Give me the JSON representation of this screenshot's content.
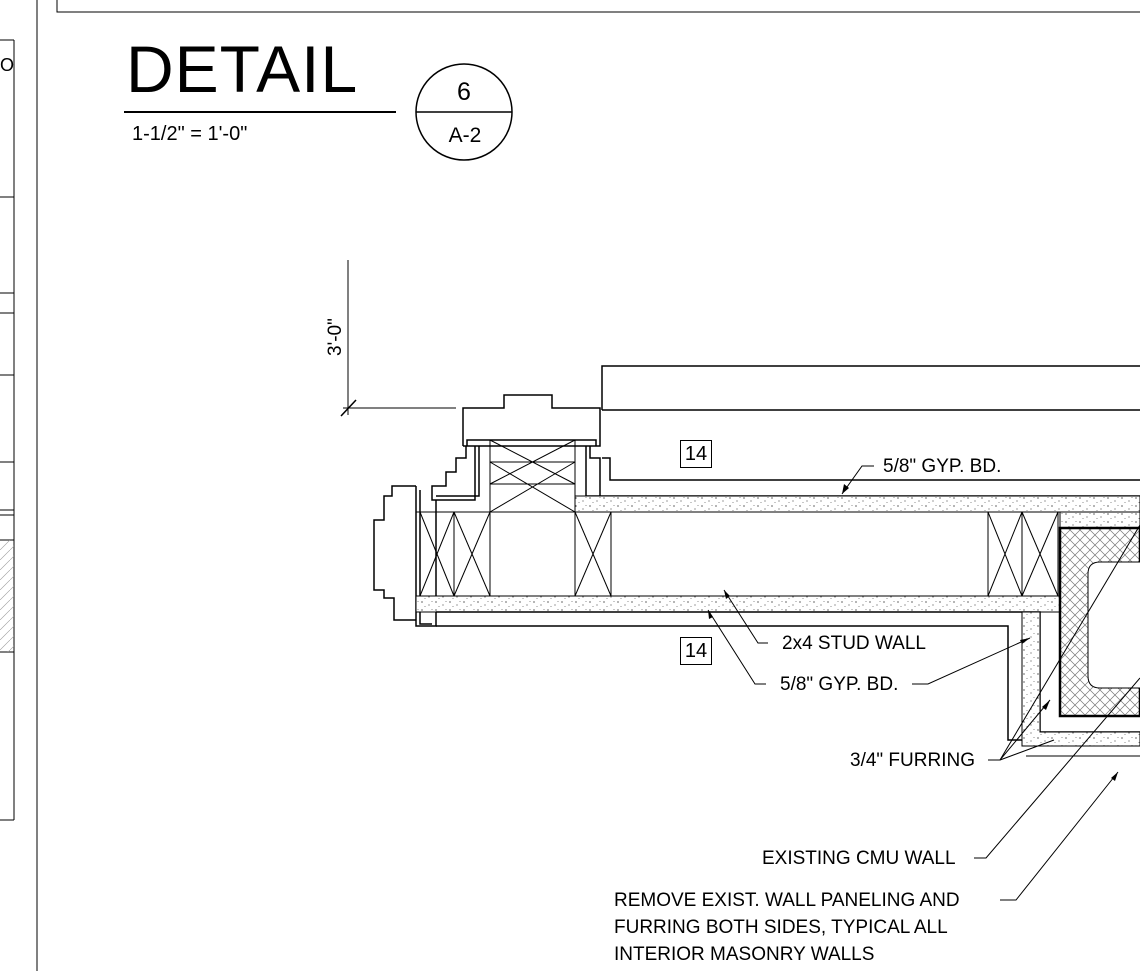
{
  "detail_title": "DETAIL",
  "scale": "1-1/2\" = 1'-0\"",
  "bubble": {
    "number": "6",
    "sheet": "A-2"
  },
  "dimension": "3'-0\"",
  "tags": [
    "14",
    "14"
  ],
  "edge_text": "OP",
  "notes": {
    "gyp_top": "5/8\" GYP. BD.",
    "stud_wall": "2x4 STUD WALL",
    "gyp_bottom": "5/8\" GYP. BD.",
    "furring": "3/4\" FURRING",
    "cmu_wall": "EXISTING CMU WALL",
    "remove_lines": [
      "REMOVE EXIST.  WALL PANELING AND",
      "FURRING BOTH SIDES, TYPICAL ALL",
      "INTERIOR MASONRY WALLS"
    ]
  }
}
